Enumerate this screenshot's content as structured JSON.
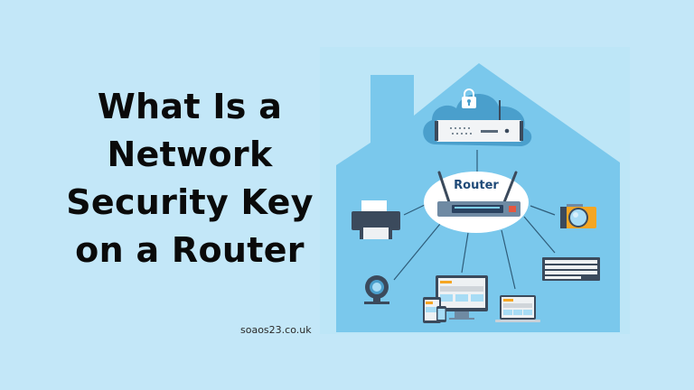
{
  "title": {
    "lines": [
      "What Is a",
      "Network",
      "Security Key",
      "on a Router"
    ]
  },
  "site_label": "soaos23.co.uk",
  "illustration": {
    "router_label": "Router",
    "icons": [
      "house-icon",
      "cloud-icon",
      "lock-icon",
      "modem-icon",
      "router-icon",
      "printer-icon",
      "camera-icon",
      "keyboard-icon",
      "webcam-icon",
      "desktop-icon",
      "tablet-icon",
      "phone-icon",
      "laptop-icon"
    ]
  },
  "colors": {
    "background": "#c3e7f8",
    "house": "#7ac8ec",
    "cloud": "#4a9fcc",
    "router_bubble": "#ffffff",
    "router_text": "#1f4a78",
    "device_dark": "#3b4a5c",
    "accent_orange": "#f5a623",
    "screen_light": "#a7dcf5"
  }
}
